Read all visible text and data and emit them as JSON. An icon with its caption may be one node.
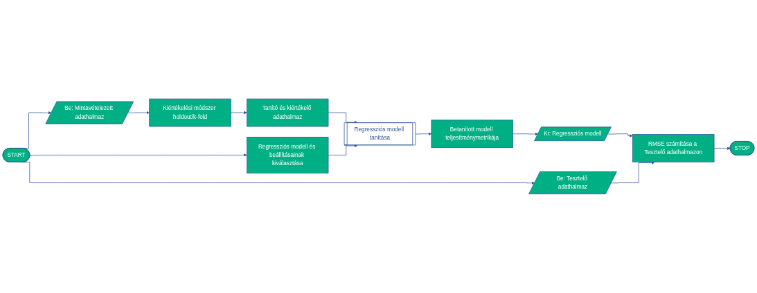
{
  "diagram": {
    "nodes": [
      {
        "text": [
          "START"
        ]
      },
      {
        "text": [
          "Be: Mintavételezett adathalmaz"
        ]
      },
      {
        "text": [
          "Kiértékelési módszer holdout/k-fold"
        ]
      },
      {
        "text": [
          "Tanító és kiértékelő adathalmaz"
        ]
      },
      {
        "text": [
          "Regressziós modell és beállításainak kiválasztása"
        ]
      },
      {
        "text": [
          "Regressziós modell tanítása"
        ]
      },
      {
        "text": [
          "Betanított modell teljesítménymetrikája"
        ]
      },
      {
        "text": [
          "Ki: Regressziós modell"
        ]
      },
      {
        "text": [
          "Be: Tesztelő adathalmaz"
        ]
      },
      {
        "text": [
          "RMSE számítása a Tesztelő adathalmazon"
        ]
      },
      {
        "text": [
          "STOP"
        ]
      }
    ],
    "edges": [
      {
        "from": 0,
        "to": 1,
        "arrow": "to"
      },
      {
        "from": 0,
        "to": 4,
        "arrow": "to"
      },
      {
        "from": 0,
        "to": 8,
        "arrow": "to"
      },
      {
        "from": 1,
        "to": 2,
        "arrow": "to"
      },
      {
        "from": 2,
        "to": 3,
        "arrow": "to"
      },
      {
        "from": 3,
        "to": 5,
        "arrow": "to"
      },
      {
        "from": 4,
        "to": 5,
        "arrow": "to"
      },
      {
        "from": 5,
        "to": 6,
        "arrow": "to"
      },
      {
        "from": 6,
        "to": 7,
        "arrow": "to"
      },
      {
        "from": 7,
        "to": 9,
        "arrow": "to"
      },
      {
        "from": 8,
        "to": 9,
        "arrow": "to"
      },
      {
        "from": 9,
        "to": 10,
        "arrow": "to"
      }
    ]
  }
}
